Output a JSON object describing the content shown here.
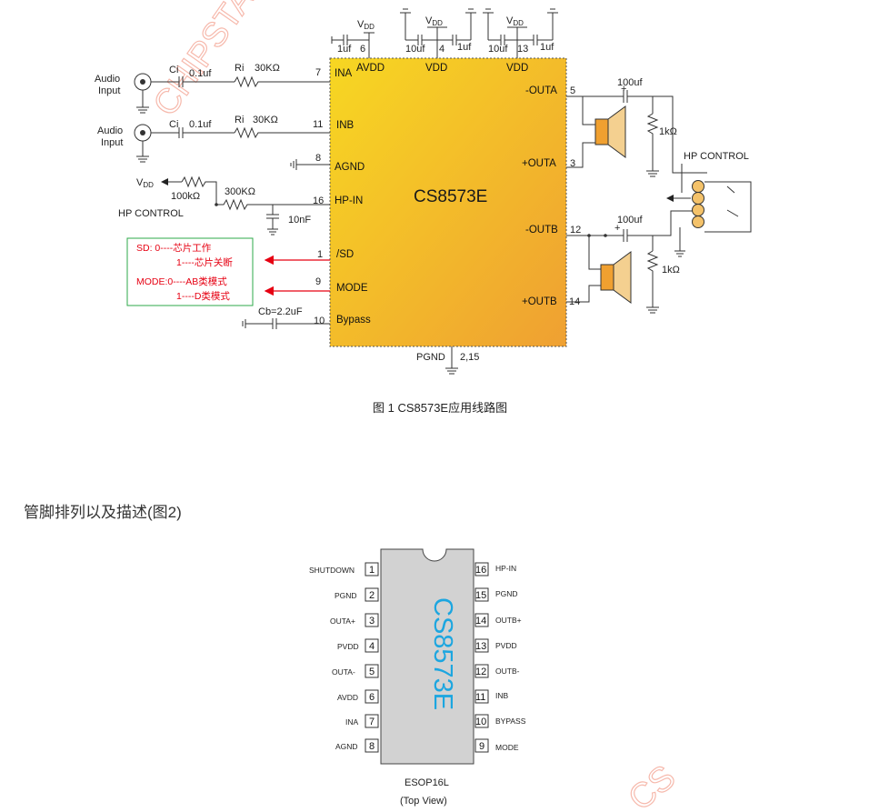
{
  "schematic": {
    "chip_name": "CS8573E",
    "watermark": "CHIPSTA",
    "vdd": "V",
    "vdd_sub": "DD",
    "left_pins": [
      {
        "num": "7",
        "name": "INA"
      },
      {
        "num": "11",
        "name": "INB"
      },
      {
        "num": "8",
        "name": "AGND"
      },
      {
        "num": "16",
        "name": "HP-IN"
      },
      {
        "num": "1",
        "name": "/SD"
      },
      {
        "num": "9",
        "name": "MODE"
      },
      {
        "num": "10",
        "name": "Bypass"
      }
    ],
    "top_pins": [
      {
        "num": "6",
        "name": "AVDD",
        "cap_left": "1uf",
        "cap_right": ""
      },
      {
        "num": "4",
        "name": "VDD",
        "cap_left": "10uf",
        "cap_right": "1uf"
      },
      {
        "num": "13",
        "name": "VDD",
        "cap_left": "10uf",
        "cap_right": "1uf"
      }
    ],
    "right_pins": [
      {
        "num": "5",
        "name": "-OUTA"
      },
      {
        "num": "3",
        "name": "+OUTA"
      },
      {
        "num": "12",
        "name": "-OUTB"
      },
      {
        "num": "14",
        "name": "+OUTB"
      }
    ],
    "bottom_pin": {
      "name": "PGND",
      "num": "2,15"
    },
    "audio_input": "Audio",
    "audio_input2": "Input",
    "ci_label": "Ci",
    "ci_value": "0.1uf",
    "ri_label": "Ri",
    "ri_value": "30KΩ",
    "hp_res1": "100kΩ",
    "hp_res2": "300KΩ",
    "hp_cap": "10nF",
    "hp_control": "HP CONTROL",
    "out_cap": "100uf",
    "out_res": "1kΩ",
    "cb_label": "Cb=2.2uF",
    "sd_line1": "SD:     0----芯片工作",
    "sd_line2": "1----芯片关断",
    "mode_line1": "MODE:0----AB类模式",
    "mode_line2": "1----D类模式"
  },
  "figure1_caption": "图 1 CS8573E应用线路图",
  "section_heading": "管脚排列以及描述(图2)",
  "pinout": {
    "chip_name": "CS8573E",
    "package": "ESOP16L",
    "view": "(Top View)",
    "left": [
      {
        "num": "1",
        "name": "SHUTDOWN"
      },
      {
        "num": "2",
        "name": "PGND"
      },
      {
        "num": "3",
        "name": "OUTA+"
      },
      {
        "num": "4",
        "name": "PVDD"
      },
      {
        "num": "5",
        "name": "OUTA-"
      },
      {
        "num": "6",
        "name": "AVDD"
      },
      {
        "num": "7",
        "name": "INA"
      },
      {
        "num": "8",
        "name": "AGND"
      }
    ],
    "right": [
      {
        "num": "16",
        "name": "HP-IN"
      },
      {
        "num": "15",
        "name": "PGND"
      },
      {
        "num": "14",
        "name": "OUTB+"
      },
      {
        "num": "13",
        "name": "PVDD"
      },
      {
        "num": "12",
        "name": "OUTB-"
      },
      {
        "num": "11",
        "name": "INB"
      },
      {
        "num": "10",
        "name": "BYPASS"
      },
      {
        "num": "9",
        "name": "MODE"
      }
    ]
  },
  "colors": {
    "chip_fill_top": "#f5d020",
    "chip_fill_bottom": "#f0a030",
    "pinout_chip_text": "#1ca6e0",
    "red": "#e60012",
    "green_box": "#2eaa4a"
  }
}
